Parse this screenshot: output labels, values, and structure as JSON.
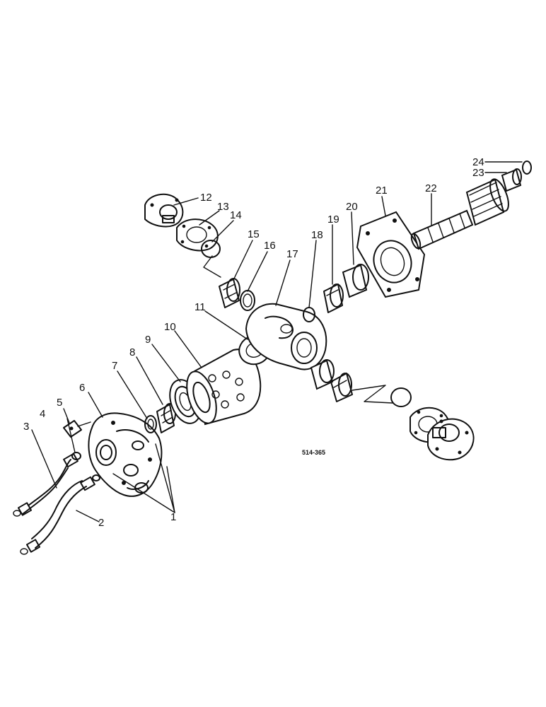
{
  "figure_code": "514-365",
  "part_labels": [
    "1",
    "2",
    "3",
    "4",
    "5",
    "6",
    "7",
    "8",
    "9",
    "10",
    "11",
    "12",
    "13",
    "14",
    "15",
    "16",
    "17",
    "18",
    "19",
    "20",
    "21",
    "22",
    "23",
    "24"
  ],
  "colors": {
    "ink": "#111111",
    "paper": "#ffffff"
  }
}
